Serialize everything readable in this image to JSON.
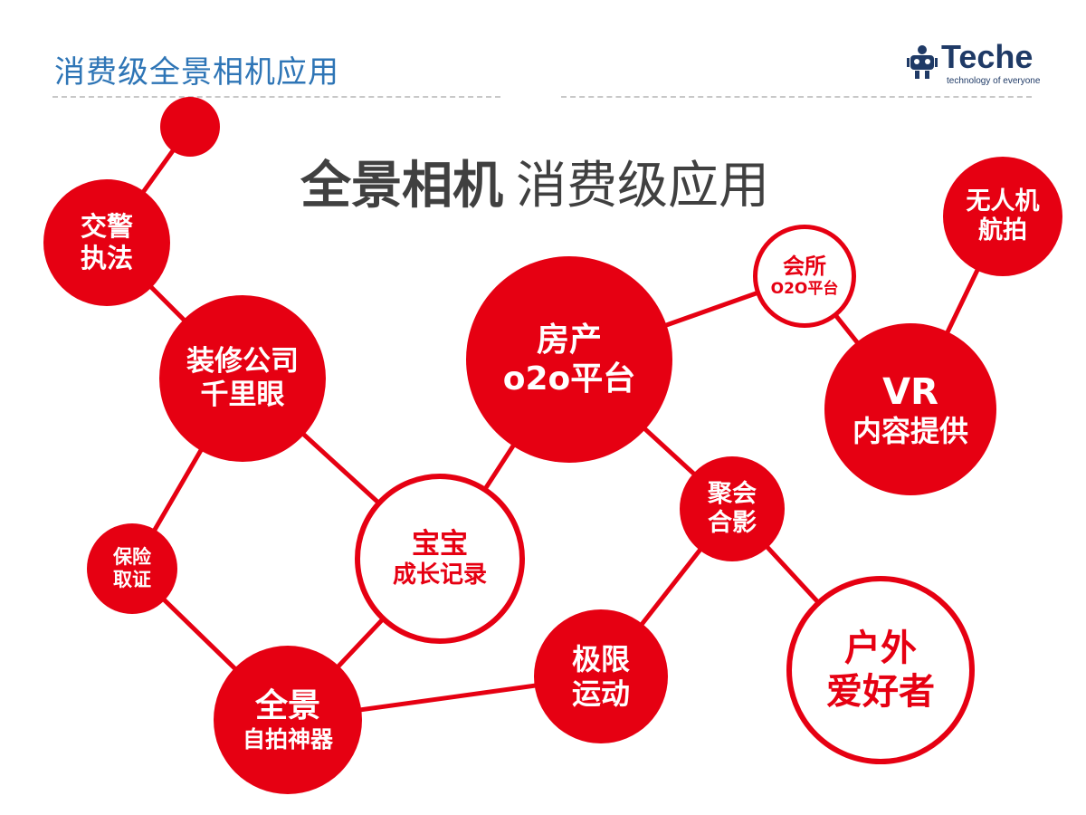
{
  "header": {
    "title": "消费级全景相机应用",
    "logo": {
      "word": "Teche",
      "tagline": "technology of everyone"
    }
  },
  "main_title": {
    "bold": "全景相机",
    "regular": "消费级应用"
  },
  "colors": {
    "accent": "#e60012",
    "header_blue": "#2e75b6",
    "title_gray": "#404040"
  },
  "nodes": {
    "traffic": {
      "line1": "交警",
      "line2": "执法"
    },
    "decoration": {
      "line1": "装修公司",
      "line2": "千里眼"
    },
    "insurance": {
      "line1": "保险",
      "line2": "取证"
    },
    "baby": {
      "line1": "宝宝",
      "line2": "成长记录"
    },
    "selfie": {
      "line1": "全景",
      "line2": "自拍神器"
    },
    "realestate": {
      "line1": "房产",
      "line2": "o2o平台"
    },
    "club": {
      "line1": "会所",
      "line2": "O2O平台"
    },
    "drone": {
      "line1": "无人机",
      "line2": "航拍"
    },
    "vr": {
      "line1": "VR",
      "line2": "内容提供"
    },
    "party": {
      "line1": "聚会",
      "line2": "合影"
    },
    "extreme": {
      "line1": "极限",
      "line2": "运动"
    },
    "outdoor": {
      "line1": "户外",
      "line2": "爱好者"
    }
  }
}
